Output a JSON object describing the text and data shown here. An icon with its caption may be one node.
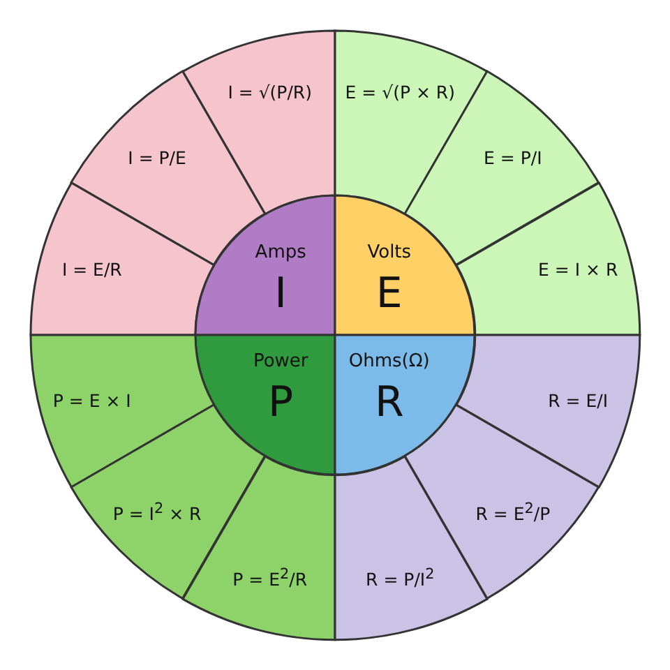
{
  "diagram": {
    "nodes": [
      {
        "text": [
          "I = √(P/R)"
        ]
      },
      {
        "text": [
          "I = P/E"
        ]
      },
      {
        "text": [
          "I = E/R"
        ]
      },
      {
        "text": [
          "E = √(P × R)"
        ]
      },
      {
        "text": [
          "E = P/I"
        ]
      },
      {
        "text": [
          "E = I × R"
        ]
      },
      {
        "text": [
          "Amps",
          "I"
        ]
      },
      {
        "text": [
          "Volts",
          "E"
        ]
      },
      {
        "text": [
          "Power",
          "P"
        ]
      },
      {
        "text": [
          "Ohms(Ω)",
          "R"
        ]
      },
      {
        "text": [
          "P = E × I"
        ]
      },
      {
        "text": [
          "P = I$^{2}$ × R"
        ]
      },
      {
        "text": [
          "P = E$^{2}$/R"
        ]
      },
      {
        "text": [
          "R = E/I"
        ]
      },
      {
        "text": [
          "R = E$^{2}$/P"
        ]
      },
      {
        "text": [
          "R = P/I$^{2}$"
        ]
      }
    ]
  }
}
